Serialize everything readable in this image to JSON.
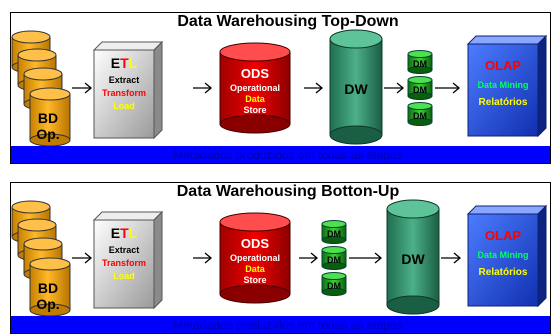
{
  "colors": {
    "accent_blue": "#0000ff",
    "footer_text": "#0000b0",
    "cylinder_orange": "#e8a000",
    "ods_red": "#d40000",
    "dw_green": "#2f8f68",
    "dm_green": "#1e9a1e",
    "olap_blue": "#1a4fd8"
  },
  "diagrams": [
    {
      "title": "Data Warehousing Top-Down",
      "source": {
        "line1": "BD",
        "line2": "Op."
      },
      "etl": {
        "e": "E",
        "t": "T",
        "l": "L",
        "extract": "Extract",
        "transform": "Transform",
        "load": "Load"
      },
      "ods": {
        "title": "ODS",
        "line1": "Operational",
        "line2": "Data",
        "line3": "Store"
      },
      "dw": "DW",
      "dm": [
        "DM",
        "DM",
        "DM"
      ],
      "olap": {
        "title": "OLAP",
        "line1": "Data Mining",
        "line2": "Relatórios"
      },
      "footer": "Metadados produzidos em todas as etapas"
    },
    {
      "title": "Data Warehousing Botton-Up",
      "source": {
        "line1": "BD",
        "line2": "Op."
      },
      "etl": {
        "e": "E",
        "t": "T",
        "l": "L",
        "extract": "Extract",
        "transform": "Transform",
        "load": "Load"
      },
      "ods": {
        "title": "ODS",
        "line1": "Operational",
        "line2": "Data",
        "line3": "Store"
      },
      "dw": "DW",
      "dm": [
        "DM",
        "DM",
        "DM"
      ],
      "olap": {
        "title": "OLAP",
        "line1": "Data Mining",
        "line2": "Relatórios"
      },
      "footer": "Metadados produzidos em todas as etapas"
    }
  ]
}
